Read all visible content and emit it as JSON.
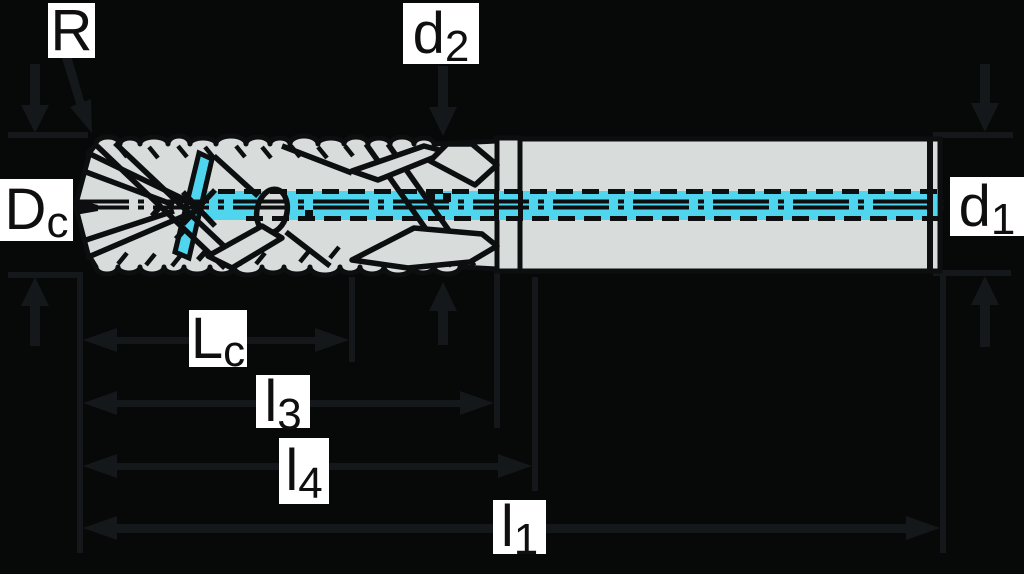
{
  "diagram": {
    "type": "technical-drawing",
    "subject": "end-mill-cutter-dimensions",
    "labels": {
      "corner_radius": {
        "base": "R",
        "sub": ""
      },
      "neck_diameter": {
        "base": "d",
        "sub": "2"
      },
      "cutting_diameter": {
        "base": "D",
        "sub": "c"
      },
      "shank_diameter": {
        "base": "d",
        "sub": "1"
      },
      "cutting_length": {
        "base": "L",
        "sub": "c"
      },
      "length_3": {
        "base": "l",
        "sub": "3"
      },
      "length_4": {
        "base": "l",
        "sub": "4"
      },
      "overall_length": {
        "base": "l",
        "sub": "1"
      }
    },
    "colors": {
      "background": "#070808",
      "tool_body": "#d8dddb",
      "coolant_channel_cyan": "#4fd6ee",
      "line_ink": "#0c0e0f",
      "dimension_lines": "#14181b",
      "label_background": "#ffffff",
      "label_text": "#0e0f10"
    }
  }
}
